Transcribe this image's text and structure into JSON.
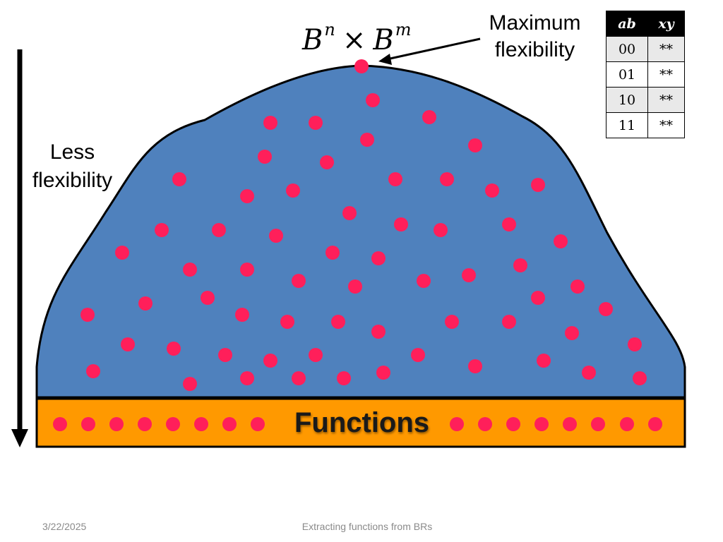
{
  "formula": {
    "base1": "B",
    "exp1": "n",
    "operator": "×",
    "base2": "B",
    "exp2": "m"
  },
  "labels": {
    "maximum_flexibility": "Maximum flexibility",
    "less_flexibility": "Less flexibility",
    "functions": "Functions"
  },
  "truth_table": {
    "headers": [
      "ab",
      "xy"
    ],
    "rows": [
      [
        "00",
        "**"
      ],
      [
        "01",
        "**"
      ],
      [
        "10",
        "**"
      ],
      [
        "11",
        "**"
      ]
    ]
  },
  "colors": {
    "mound_fill": "#4f81bd",
    "mound_stroke": "#000000",
    "functions_fill": "#ff9900",
    "point_fill": "#ff1f5a"
  },
  "footer": {
    "date": "3/22/2025",
    "title": "Extracting functions from BRs"
  }
}
